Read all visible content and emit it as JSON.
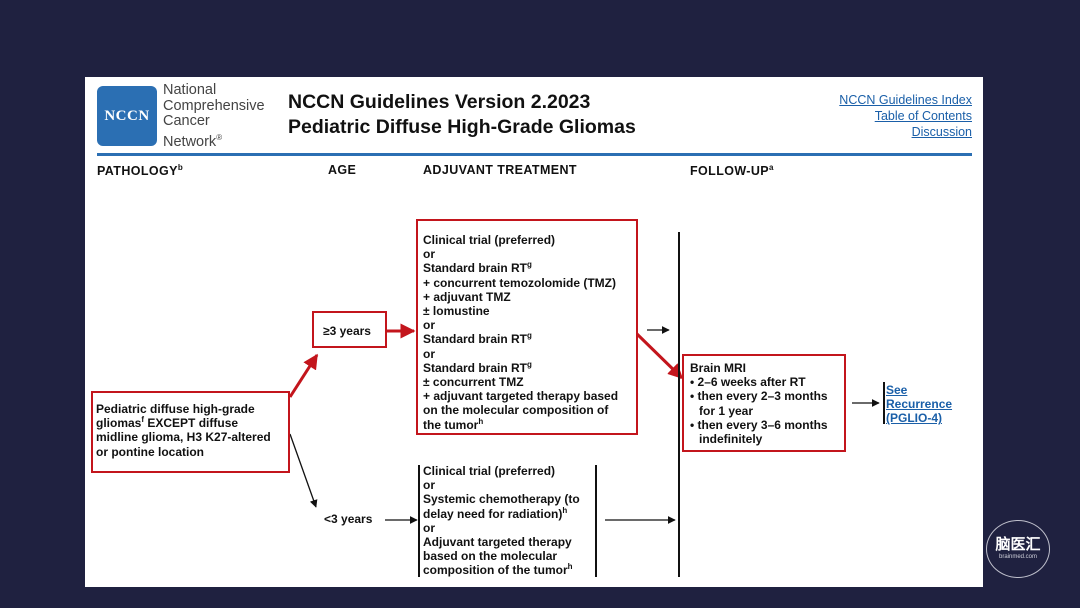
{
  "header": {
    "logo_mark": "NCCN",
    "logo_lines": [
      "National",
      "Comprehensive",
      "Cancer",
      "Network"
    ],
    "logo_reg": "®",
    "title_line1": "NCCN Guidelines Version 2.2023",
    "title_line2": "Pediatric Diffuse High-Grade Gliomas",
    "links": [
      "NCCN Guidelines Index",
      "Table of Contents",
      "Discussion"
    ]
  },
  "columns": {
    "pathology": "PATHOLOGY",
    "pathology_sup": "b",
    "age": "AGE",
    "adjuvant": "ADJUVANT TREATMENT",
    "followup": "FOLLOW-UP",
    "followup_sup": "a"
  },
  "pathology": {
    "line1": "Pediatric diffuse high-grade",
    "line2a": "gliomas",
    "line2sup": "f",
    "line2b": " EXCEPT diffuse",
    "line3": "midline glioma, H3 K27-altered",
    "line4": "or pontine location"
  },
  "age": {
    "older": "≥3 years",
    "younger": "<3 years"
  },
  "treatment_older": {
    "l1": "Clinical trial (preferred)",
    "l2": "or",
    "l3": "Standard brain RT",
    "l3sup": "g",
    "l4": "+ concurrent temozolomide (TMZ)",
    "l5": "+ adjuvant TMZ",
    "l6": "± lomustine",
    "l7": "or",
    "l8": "Standard brain RT",
    "l8sup": "g",
    "l9": "or",
    "l10": "Standard brain RT",
    "l10sup": "g",
    "l11": "± concurrent TMZ",
    "l12": "+ adjuvant targeted therapy based",
    "l13": "on the molecular composition of",
    "l14": "the tumor",
    "l14sup": "h"
  },
  "treatment_younger": {
    "l1": "Clinical trial (preferred)",
    "l2": "or",
    "l3": "Systemic chemotherapy (to",
    "l4": "delay need for radiation)",
    "l4sup": "h",
    "l5": "or",
    "l6": "Adjuvant targeted therapy",
    "l7": "based on the molecular",
    "l8": "composition of the tumor",
    "l8sup": "h"
  },
  "followup": {
    "title": "Brain MRI",
    "b1": "• 2–6 weeks after RT",
    "b2a": "• then every 2–3 months",
    "b2b": "for 1 year",
    "b3a": "• then every 3–6 months",
    "b3b": "indefinitely"
  },
  "see": {
    "l1": "See",
    "l2": "Recurrence",
    "l3": "(PGLIO-4)"
  },
  "watermark": {
    "main": "脑医汇",
    "sub": "brainmed.com"
  },
  "colors": {
    "highlight": "#c3151c",
    "brand": "#2b6fb3",
    "link": "#1a5fa8"
  }
}
